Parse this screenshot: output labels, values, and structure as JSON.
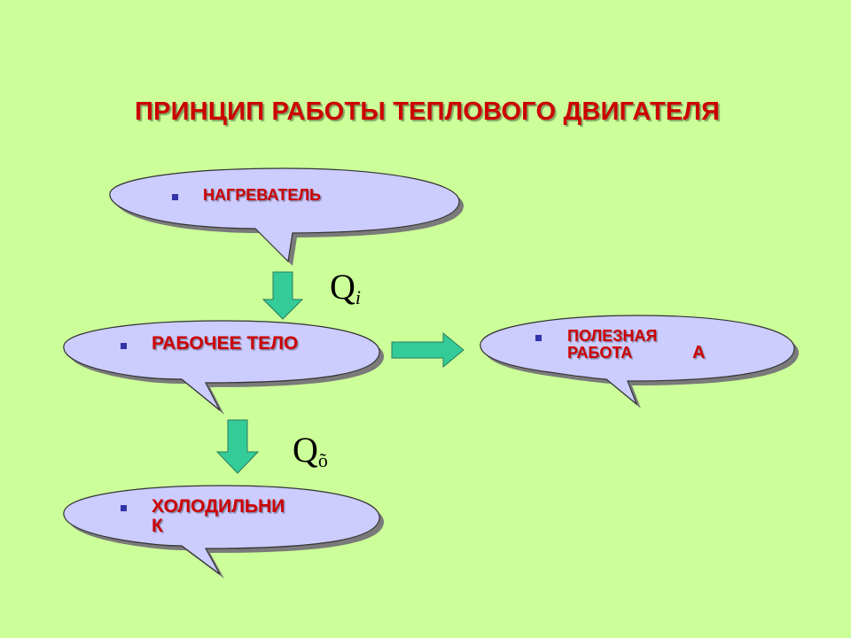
{
  "title": "ПРИНЦИП РАБОТЫ ТЕПЛОВОГО ДВИГАТЕЛЯ",
  "nodes": {
    "heater": {
      "label": "НАГРЕВАТЕЛЬ"
    },
    "working_body": {
      "label": "РАБОЧЕЕ ТЕЛО"
    },
    "useful_work": {
      "line1": "ПОЛЕЗНАЯ",
      "line2": "РАБОТА",
      "symbol": "А"
    },
    "cooler": {
      "line1": "ХОЛОДИЛЬНИ",
      "line2": "К"
    }
  },
  "symbols": {
    "q_in": {
      "base": "Q",
      "sub": "i"
    },
    "q_out": {
      "base": "Q",
      "sub": "õ"
    }
  },
  "colors": {
    "background": "#ccff99",
    "bubble_fill": "#ccccff",
    "bubble_shadow": "#7a7a7a",
    "bubble_stroke": "#333333",
    "text": "#cc0000",
    "arrow_fill": "#33cc99",
    "arrow_stroke": "#2a7a5a",
    "bullet": "#3333aa"
  }
}
